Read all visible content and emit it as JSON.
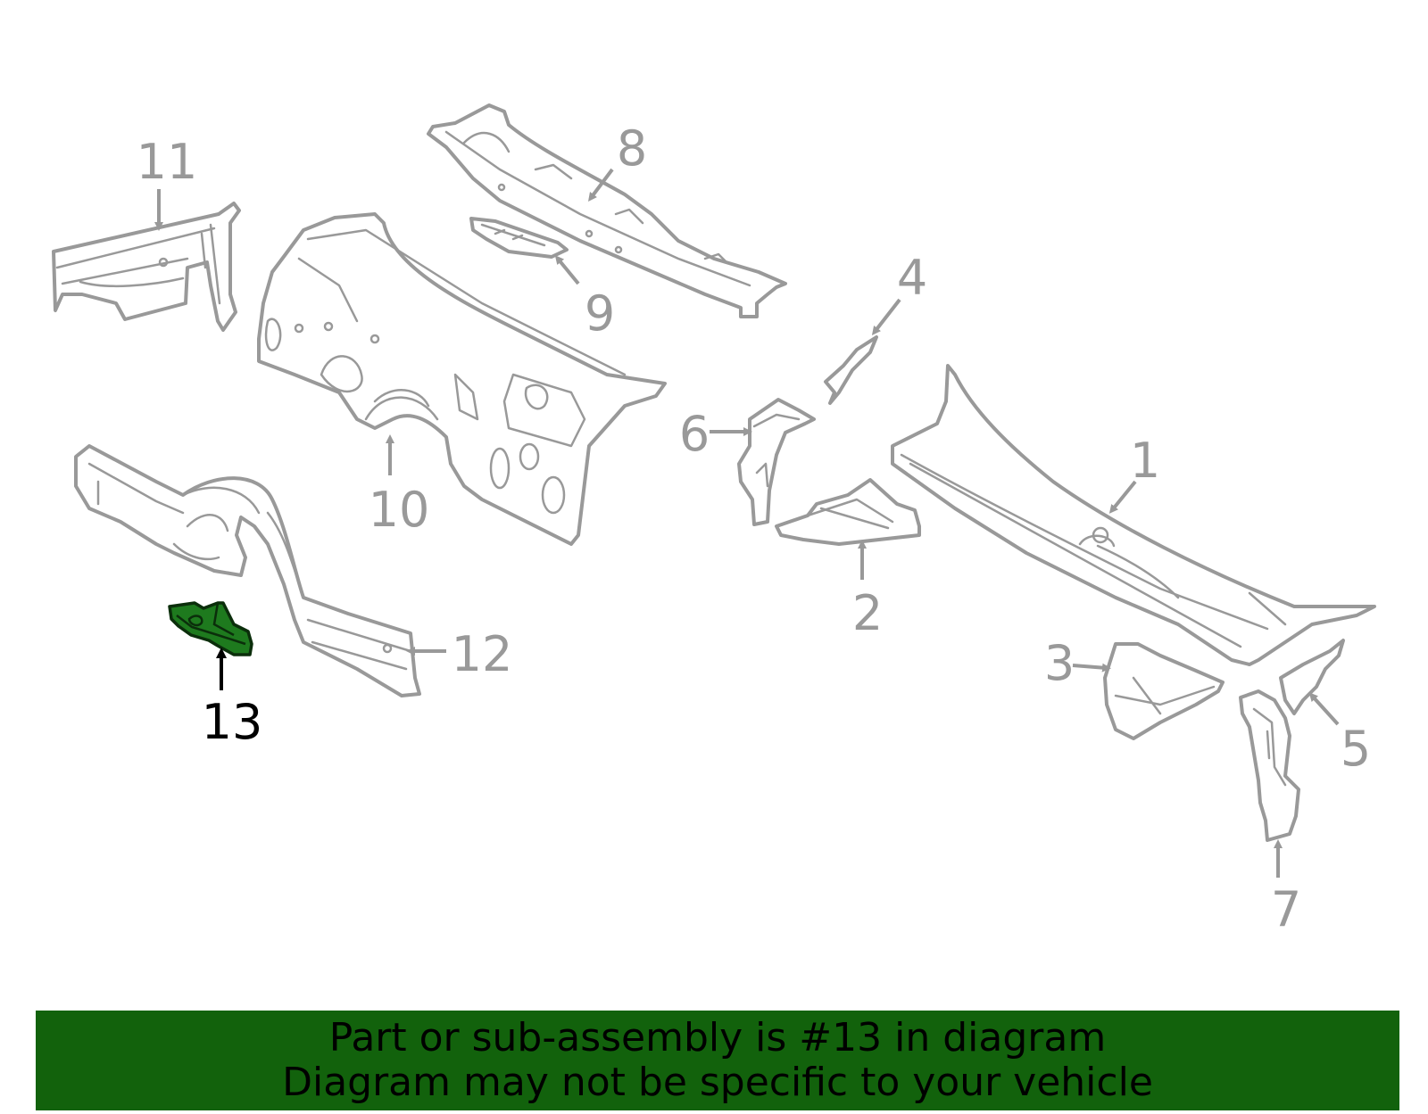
{
  "diagram": {
    "highlighted_part": "13",
    "colors": {
      "outline": "#999999",
      "highlight_fill": "#1e7a1e",
      "banner_bg": "#12620c",
      "active_label": "#000000"
    },
    "callouts": [
      {
        "id": "1",
        "label": "1"
      },
      {
        "id": "2",
        "label": "2"
      },
      {
        "id": "3",
        "label": "3"
      },
      {
        "id": "4",
        "label": "4"
      },
      {
        "id": "5",
        "label": "5"
      },
      {
        "id": "6",
        "label": "6"
      },
      {
        "id": "7",
        "label": "7"
      },
      {
        "id": "8",
        "label": "8"
      },
      {
        "id": "9",
        "label": "9"
      },
      {
        "id": "10",
        "label": "10"
      },
      {
        "id": "11",
        "label": "11"
      },
      {
        "id": "12",
        "label": "12"
      },
      {
        "id": "13",
        "label": "13"
      }
    ]
  },
  "banner": {
    "line1": "Part or sub-assembly is #13 in diagram",
    "line2": "Diagram may not be specific to your vehicle"
  }
}
